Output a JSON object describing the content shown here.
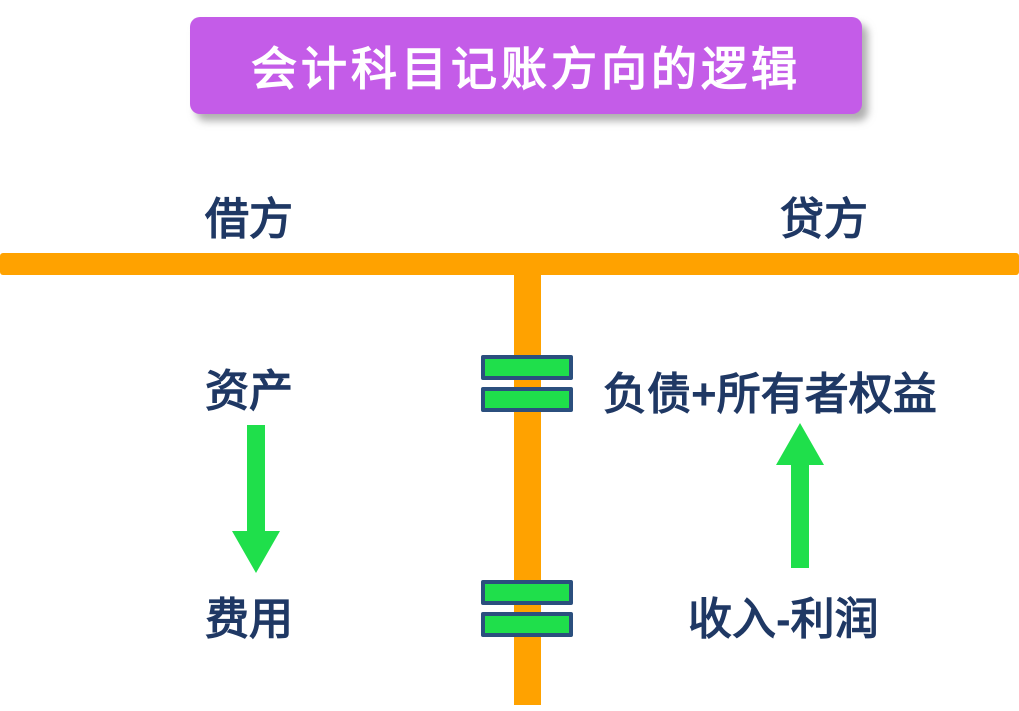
{
  "title": "会计科目记账方向的逻辑",
  "headers": {
    "debit": "借方",
    "credit": "贷方"
  },
  "debit_column": {
    "top": "资产",
    "bottom": "费用"
  },
  "credit_column": {
    "top": "负债+所有者权益",
    "bottom": "收入-利润"
  },
  "icons": {
    "equals_top": "equals-icon",
    "equals_bottom": "equals-icon",
    "debit_flow": "down-arrow-icon",
    "credit_flow": "up-arrow-icon"
  },
  "colors": {
    "banner": "#c45ce8",
    "bar": "#ffa200",
    "green": "#1fdf4b",
    "outline": "#2b4f7e",
    "text": "#1f3864",
    "title_text": "#ffffff"
  }
}
